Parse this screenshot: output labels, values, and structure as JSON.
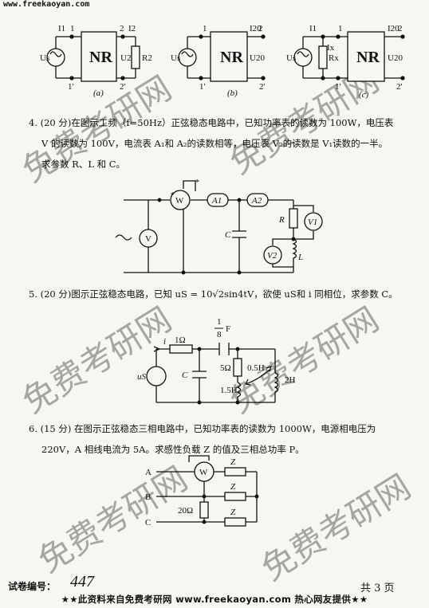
{
  "site": {
    "url": "www.freekaoyan.com",
    "watermark_cn": "免费考研网",
    "watermark_en": "www.freekaoyan.com"
  },
  "fig_top": {
    "a": {
      "caption": "(a)",
      "src": "Us",
      "nr": "NR",
      "i1": "I1",
      "i2": "I2",
      "u2": "U2",
      "r2": "R2",
      "n1": "1",
      "n1p": "1'",
      "n2": "2",
      "n2p": "2'"
    },
    "b": {
      "caption": "(b)",
      "src": "Us",
      "nr": "NR",
      "i20": "I20",
      "u20": "U20",
      "n1": "1",
      "n1p": "1'",
      "n2": "2",
      "n2p": "2'"
    },
    "c": {
      "caption": "(c)",
      "src": "Us",
      "nr": "NR",
      "i1": "I1",
      "ix": "Ix",
      "rx": "Rx",
      "i20": "I20",
      "u20": "U20",
      "n1": "1",
      "n1p": "1'",
      "n2": "2",
      "n2p": "2'"
    }
  },
  "q4": {
    "line1": "4.    (20 分)在图示工频（f=50Hz）正弦稳态电路中，已知功率表的读数为 100W，电压表",
    "line2": "V 的读数为 100V，电流表 A₁和 A₂的读数相等，电压表 V₂的读数是 V₁读数的一半。",
    "line3": "求参数 R、L 和 C。",
    "fig": {
      "w": "W",
      "a1": "A1",
      "a2": "A2",
      "v": "V",
      "v1": "V1",
      "v2": "V2",
      "r": "R",
      "c": "C",
      "l": "L",
      "star": "*"
    }
  },
  "q5": {
    "text": "5.   (20 分)图示正弦稳态电路，已知 uS = 10√2sin4tV，欲使 uS和 i 同相位，求参数 C。",
    "fig": {
      "cap_frac_num": "1",
      "cap_frac_den": "8",
      "cap_unit": "F",
      "r1": "1Ω",
      "i": "i",
      "us": "uS",
      "c": "C",
      "r5": "5Ω",
      "l05": "0.5H",
      "l15": "1.5H",
      "l2": "2H"
    }
  },
  "q6": {
    "line1": "6.    (15 分) 在图示正弦稳态三相电路中，已知功率表的读数为 1000W，电源相电压为",
    "line2": "220V，A 相线电流为 5A。求感性负载 Z 的值及三相总功率 P。",
    "fig": {
      "a": "A",
      "b": "B",
      "c": "C",
      "w": "W",
      "z": "Z",
      "r": "20Ω"
    }
  },
  "footer": {
    "code_label": "试卷编号：",
    "code_value": "447",
    "pages": "共   3   页",
    "banner": "★★此资料来自免费考研网 www.freekaoyan.com 热心网友提供★★"
  }
}
